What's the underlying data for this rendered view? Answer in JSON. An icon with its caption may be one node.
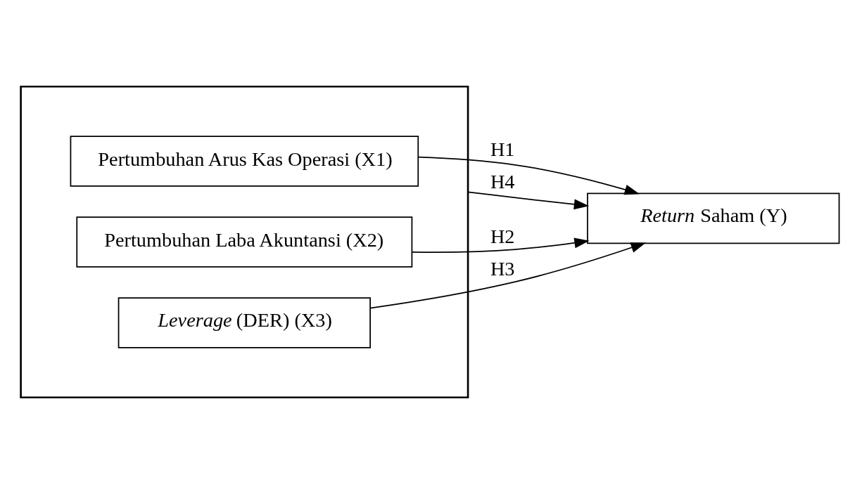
{
  "diagram": {
    "nodes": [
      {
        "text": [],
        "shape": "box"
      },
      {
        "text": [
          "Pertumbuhan Arus Kas Operasi (X1)"
        ],
        "in": 0
      },
      {
        "text": [
          "Pertumbuhan Laba Akuntansi (X2)"
        ],
        "in": 0
      },
      {
        "text": [
          "*Leverage* (DER) (X3)"
        ],
        "in": 0
      },
      {
        "text": [
          "*Return* Saham (Y)"
        ]
      }
    ],
    "edges": [
      {
        "from": 1,
        "to": 4,
        "arrow": "to",
        "label": "H1"
      },
      {
        "from": 2,
        "to": 4,
        "arrow": "to",
        "label": "H2"
      },
      {
        "from": 3,
        "to": 4,
        "arrow": "to",
        "label": "H3"
      },
      {
        "from": 0,
        "to": 4,
        "arrow": "to",
        "label": "H4"
      }
    ]
  }
}
